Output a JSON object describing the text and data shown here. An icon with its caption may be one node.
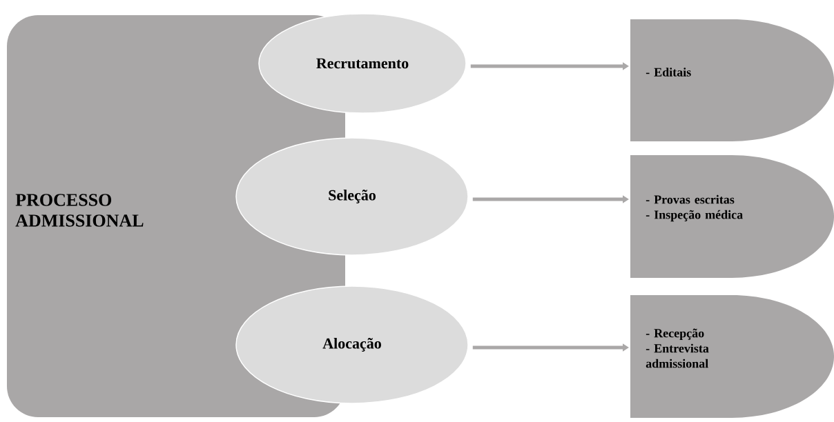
{
  "diagram": {
    "nodes": [
      {
        "text": [
          "PROCESSO ADMISSIONAL"
        ]
      },
      {
        "text": [
          "Recrutamento"
        ]
      },
      {
        "text": [
          "Seleção"
        ]
      },
      {
        "text": [
          "Alocação"
        ]
      },
      {
        "text": [
          "- Editais"
        ]
      },
      {
        "text": [
          "- Provas escritas",
          "- Inspeção médica"
        ]
      },
      {
        "text": [
          "- Recepção",
          "- Entrevista admissional"
        ]
      }
    ],
    "edges": [
      {
        "from": 1,
        "to": 4,
        "arrow": "to"
      },
      {
        "from": 2,
        "to": 5,
        "arrow": "to"
      },
      {
        "from": 3,
        "to": 6,
        "arrow": "to"
      }
    ]
  }
}
